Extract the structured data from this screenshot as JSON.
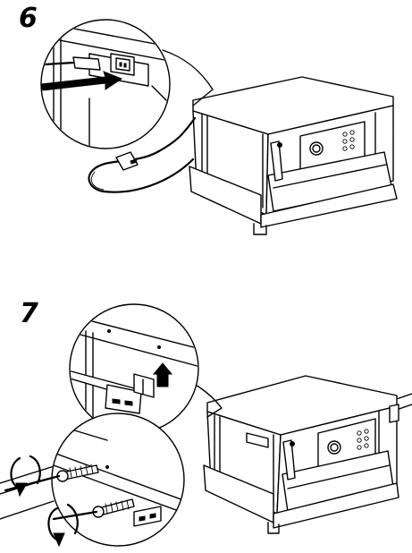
{
  "steps": [
    {
      "number": "6",
      "content": "connect-mains-cable"
    },
    {
      "number": "7",
      "content": "fix-appliance-with-brackets-and-screws"
    }
  ],
  "icons": {
    "arrow": "arrow-right-icon",
    "rotate": "rotate-clockwise-icon",
    "plug": "power-plug-icon",
    "socket": "power-socket-icon"
  }
}
